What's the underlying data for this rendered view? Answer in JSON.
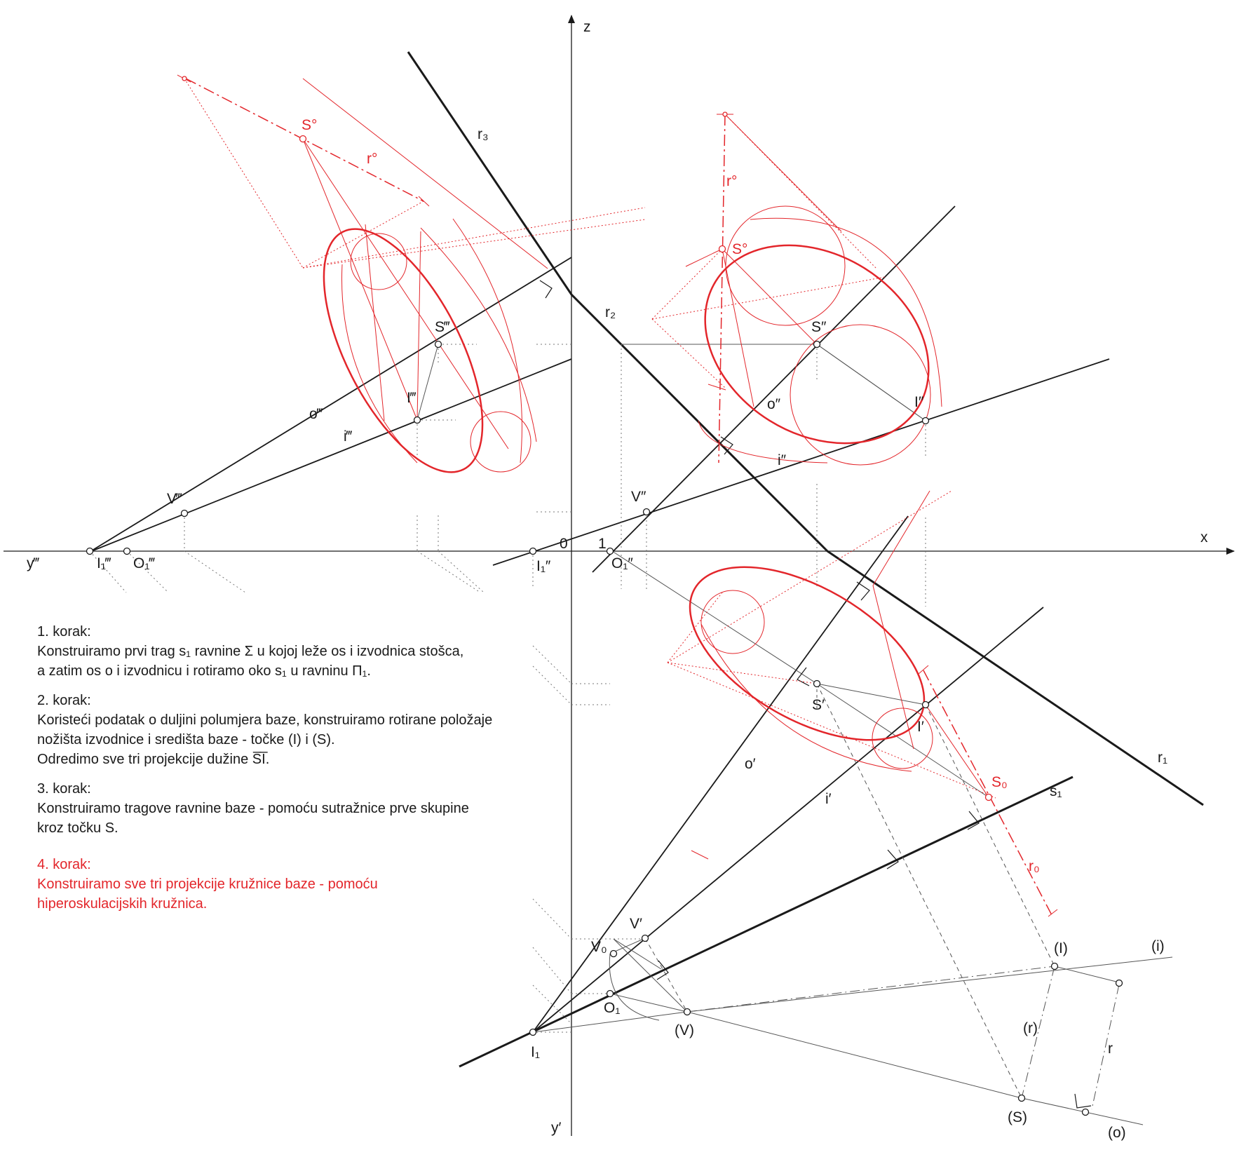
{
  "colors": {
    "ink": "#1a1a1a",
    "construction": "#e3262b",
    "thin": "#555555"
  },
  "labels": {
    "z": "z",
    "x": "x",
    "y3": "y‴",
    "y1": "y′",
    "zero": "0",
    "one": "1",
    "r1": "r₁",
    "r2": "r₂",
    "r3": "r₃",
    "s1": "s₁",
    "S3": "S‴",
    "I3": "I‴",
    "o3": "o‴",
    "i3": "i‴",
    "V3": "V‴",
    "I1_3": "I₁‴",
    "O1_3": "O₁‴",
    "S2": "S″",
    "I2": "I″",
    "o2": "o″",
    "i2": "i″",
    "V2": "V″",
    "I1_2": "I₁″",
    "O1_2": "O₁″",
    "S1p": "S′",
    "I1p": "I′",
    "o1": "o′",
    "i1": "i′",
    "V1": "V′",
    "Vo": "V₀",
    "O1": "O₁",
    "I1": "I₁",
    "pI": "(I)",
    "pi": "(i)",
    "pr": "(r)",
    "r": "r",
    "pS": "(S)",
    "po": "(o)",
    "pV": "(V)",
    "S0a": "S°",
    "r0a": "r°",
    "S0b": "S°",
    "r0b": "r°",
    "S0c": "S₀",
    "r0c": "r₀"
  },
  "steps": [
    {
      "title": "1. korak:",
      "lines": [
        "Konstruiramo prvi trag s₁ ravnine Σ u kojoj leže os i izvodnica stošca,",
        "a zatim os o i izvodnicu i rotiramo oko s₁ u ravninu Π₁."
      ],
      "red": false
    },
    {
      "title": "2. korak:",
      "lines": [
        "Koristeći podatak o duljini polumjera baze, konstruiramo rotirane položaje",
        "nožišta izvodnice i  središta baze  - točke (I) i (S).",
        "Odredimo sve tri projekcije dužine S̅I̅."
      ],
      "red": false
    },
    {
      "title": "3. korak:",
      "lines": [
        "Konstruiramo tragove ravnine baze - pomoću sutražnice prve skupine",
        "kroz točku S."
      ],
      "red": false
    },
    {
      "title": "4. korak:",
      "lines": [
        "Konstruiramo sve tri projekcije kružnice baze - pomoću",
        "hiperoskulacijskih kružnica."
      ],
      "red": true
    }
  ]
}
